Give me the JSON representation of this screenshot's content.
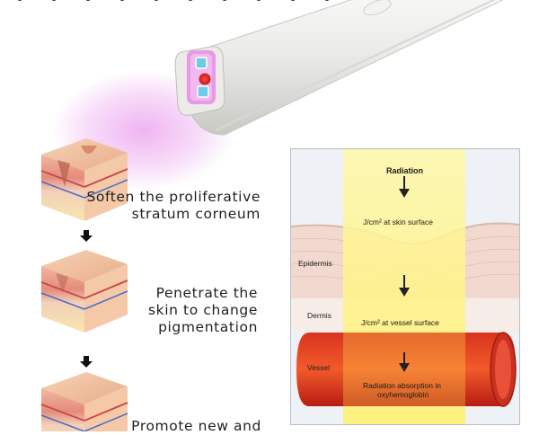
{
  "steps": [
    {
      "line1": "Soften the proliferative",
      "line2": "stratum corneum"
    },
    {
      "line1": "Penetrate the",
      "line2": "skin to change",
      "line3": "pigmentation"
    },
    {
      "line1": "Promote new and"
    }
  ],
  "diagram": {
    "radiation": "Radiation",
    "skin_surface": "J/cm² at skin surface",
    "epidermis": "Epidermis",
    "dermis": "Dermis",
    "vessel_surface": "J/cm² at vessel surface",
    "vessel": "Vessel",
    "absorption_line1": "Radiation absorption in",
    "absorption_line2": "oxyhemoglobin"
  }
}
